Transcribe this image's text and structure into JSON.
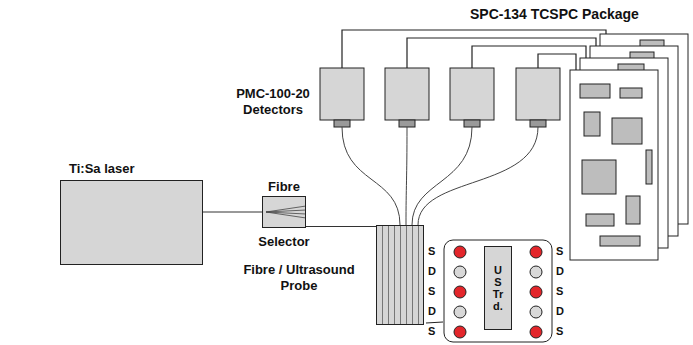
{
  "diagram": {
    "nodes": [
      {
        "text": [
          "Ti:Sa laser"
        ]
      },
      {
        "text": [
          "Fibre",
          "Selector"
        ]
      },
      {
        "text": [
          "Fibre / Ultrasound Probe"
        ]
      },
      {
        "text": [
          "US Trd."
        ]
      }
    ],
    "edges": [
      {
        "from": 0,
        "to": 1,
        "arrow": "none"
      },
      {
        "from": 1,
        "to": 2,
        "arrow": "none"
      }
    ],
    "labels": [
      "SPC-134 TCSPC Package",
      "PMC-100-20 Detectors",
      "S",
      "D",
      "S",
      "D",
      "S",
      "S",
      "D",
      "S",
      "D",
      "S"
    ]
  }
}
